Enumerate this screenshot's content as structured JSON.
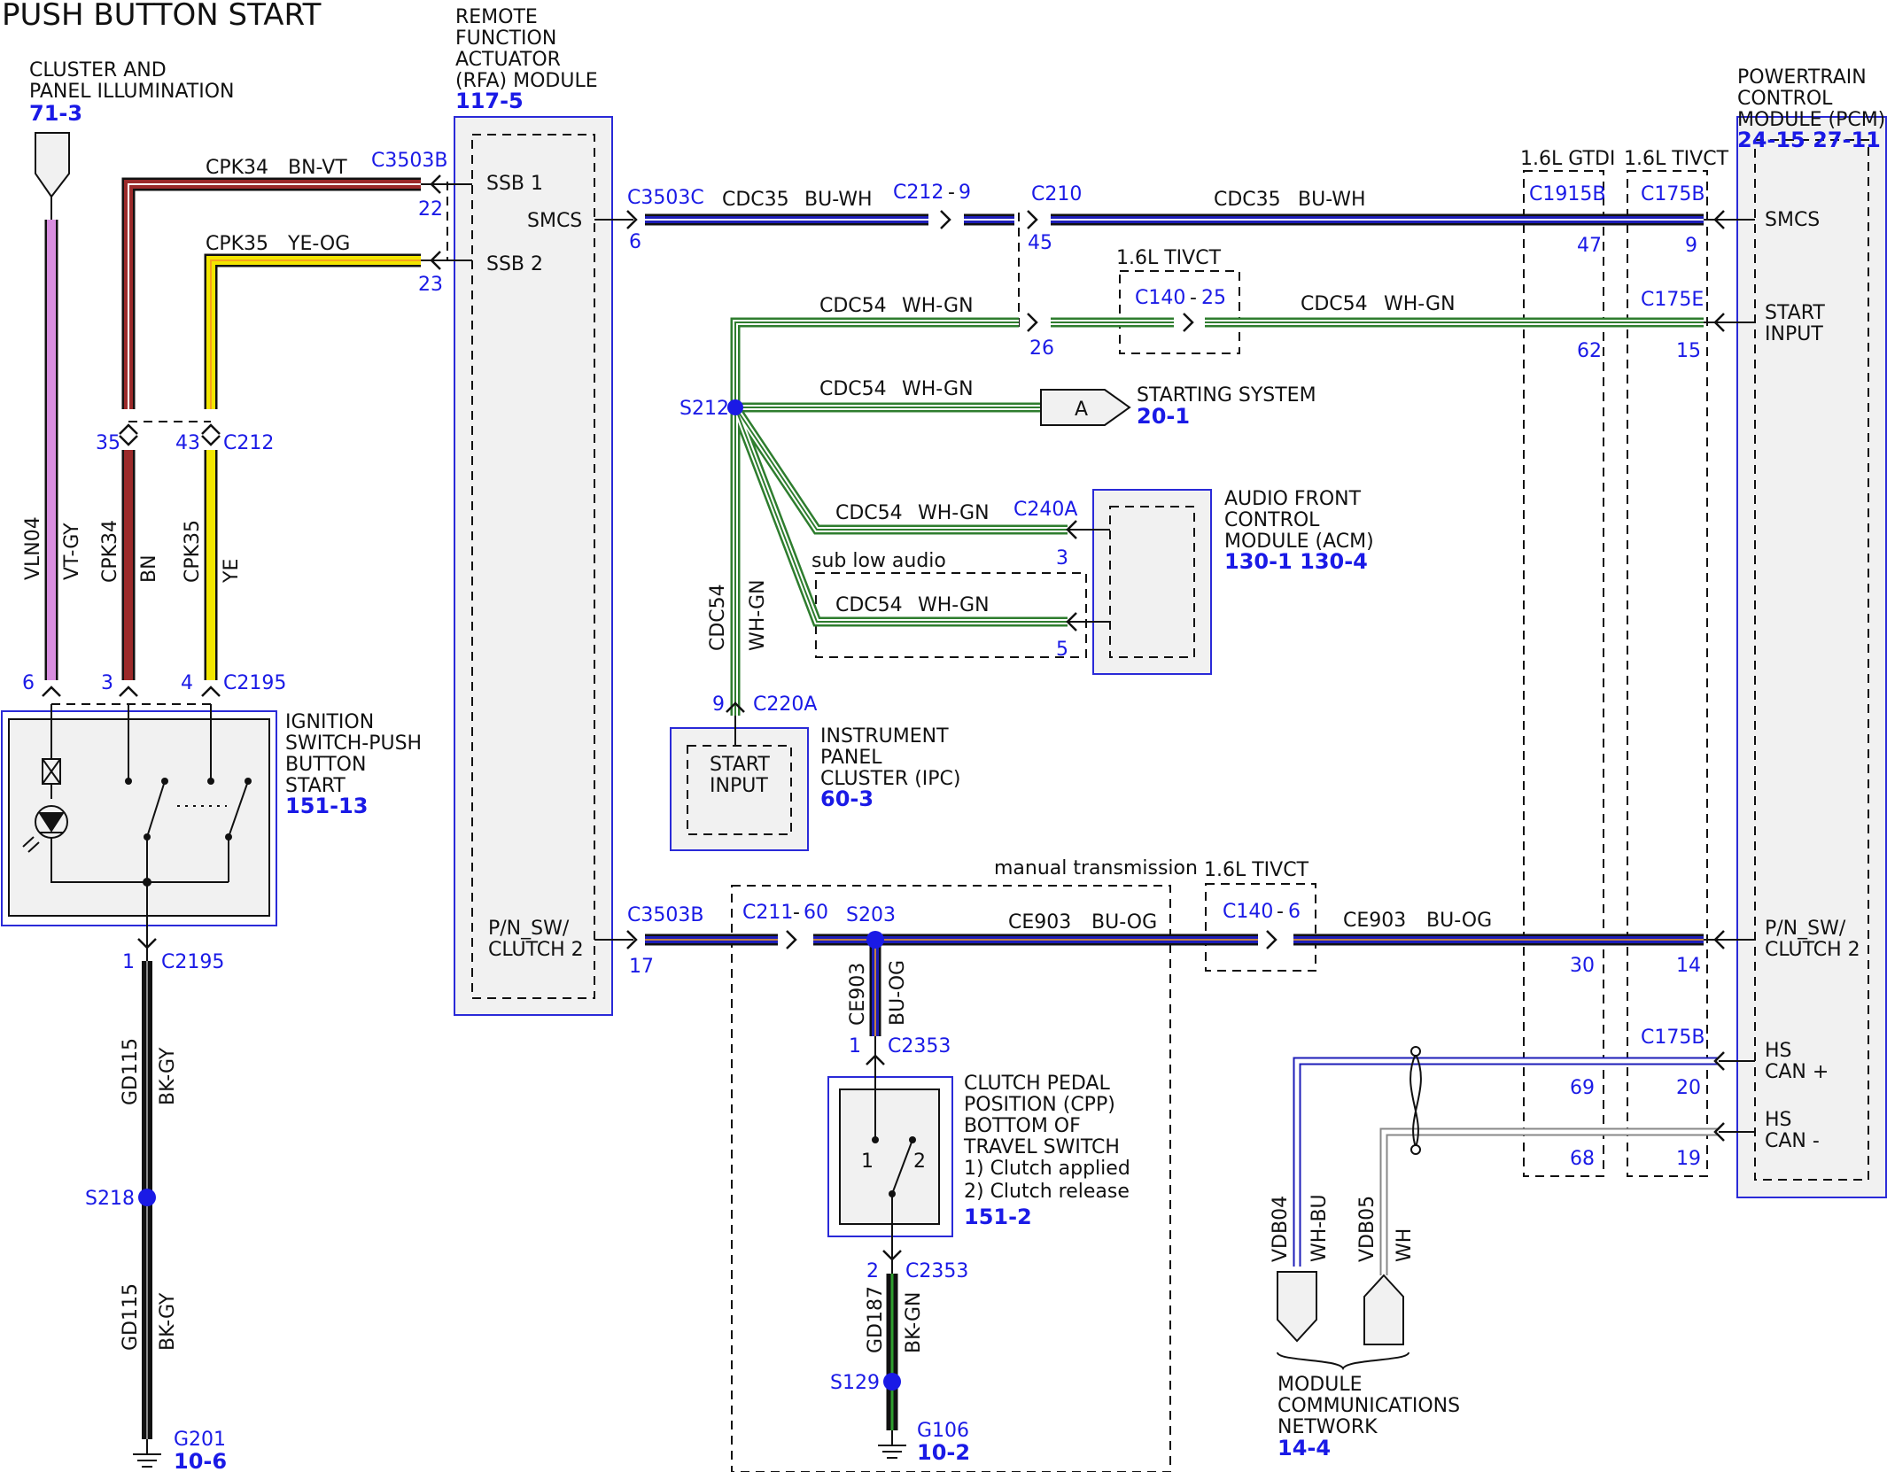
{
  "title": "PUSH BUTTON START",
  "colors": {
    "connector_text": "#1a1ae6",
    "module_border": "#2a2ad8",
    "module_fill": "#f1f1f1",
    "wire_bn_vt": "#9b2a2a",
    "wire_ye_og": "#f2e600",
    "wire_vt_gy": "#d98ee0",
    "wire_bu": "#1d1db8",
    "wire_wh_gn": "#2e7d2e",
    "wire_bk": "#111111"
  },
  "left": {
    "cluster_label_1": "CLUSTER AND",
    "cluster_label_2": "PANEL ILLUMINATION",
    "cluster_ref": "71-3",
    "vln04": "VLN04",
    "vt_gy": "VT-GY",
    "cpk34_vert": "CPK34",
    "bn": "BN",
    "cpk35_vert": "CPK35",
    "ye": "YE",
    "cpk34_horiz": "CPK34",
    "bn_vt": "BN-VT",
    "cpk35_horiz": "CPK35",
    "ye_og": "YE-OG",
    "pin35": "35",
    "pin43": "43",
    "c212": "C212",
    "pin6": "6",
    "pin3": "3",
    "pin4": "4",
    "c2195_top": "C2195",
    "ign_1": "IGNITION",
    "ign_2": "SWITCH-PUSH",
    "ign_3": "BUTTON",
    "ign_4": "START",
    "ign_ref": "151-13",
    "pin1": "1",
    "c2195_bot": "C2195",
    "gd115_a": "GD115",
    "bk_gy_a": "BK-GY",
    "s218": "S218",
    "gd115_b": "GD115",
    "bk_gy_b": "BK-GY",
    "g201": "G201",
    "g201_ref": "10-6"
  },
  "rfa": {
    "l1": "REMOTE",
    "l2": "FUNCTION",
    "l3": "ACTUATOR",
    "l4": "(RFA) MODULE",
    "ref": "117-5",
    "ssb1": "SSB 1",
    "ssb2": "SSB 2",
    "smcs": "SMCS",
    "pn_sw": "P/N_SW/",
    "clutch2": "CLUTCH 2",
    "c3503b_top": "C3503B",
    "pin22": "22",
    "pin23": "23",
    "c3503c": "C3503C",
    "pin6": "6",
    "c3503b_bot": "C3503B",
    "pin17": "17"
  },
  "middle": {
    "cdc35_a": "CDC35",
    "bu_wh_a": "BU-WH",
    "c212_9a": "C212",
    "c212_9b": "9",
    "c210": "C210",
    "pin45": "45",
    "cdc35_b": "CDC35",
    "bu_wh_b": "BU-WH",
    "cdc54_a": "CDC54",
    "whgn_a": "WH-GN",
    "pin26": "26",
    "tivct_top": "1.6L TIVCT",
    "c140_25a": "C140",
    "c140_25b": "25",
    "cdc54_b": "CDC54",
    "whgn_b": "WH-GN",
    "s212": "S212",
    "cdc54_c": "CDC54",
    "whgn_c": "WH-GN",
    "conn_a": "A",
    "starting_1": "STARTING SYSTEM",
    "starting_ref": "20-1",
    "cdc54_d": "CDC54",
    "whgn_d": "WH-GN",
    "c240a": "C240A",
    "pin3": "3",
    "sub_low": "sub low audio",
    "cdc54_e": "CDC54",
    "whgn_e": "WH-GN",
    "pin5": "5",
    "acm_1": "AUDIO FRONT",
    "acm_2": "CONTROL",
    "acm_3": "MODULE (ACM)",
    "acm_ref": "130-1 130-4",
    "cdc54_v": "CDC54",
    "whgn_v": "WH-GN",
    "pin9": "9",
    "c220a": "C220A",
    "ipc_start": "START",
    "ipc_input": "INPUT",
    "ipc_1": "INSTRUMENT",
    "ipc_2": "PANEL",
    "ipc_3": "CLUSTER (IPC)",
    "ipc_ref": "60-3"
  },
  "bottom": {
    "manual_trans": "manual transmission",
    "tivct_bot": "1.6L TIVCT",
    "c211_60a": "C211",
    "c211_60b": "60",
    "s203": "S203",
    "ce903_a": "CE903",
    "bu_og_a": "BU-OG",
    "c140_6a": "C140",
    "c140_6b": "6",
    "ce903_b": "CE903",
    "bu_og_b": "BU-OG",
    "ce903_v": "CE903",
    "bu_og_v": "BU-OG",
    "pin1": "1",
    "c2353_a": "C2353",
    "cpp_1": "CLUTCH PEDAL",
    "cpp_2": "POSITION (CPP)",
    "cpp_3": "BOTTOM OF",
    "cpp_4": "TRAVEL SWITCH",
    "cpp_5": "1) Clutch applied",
    "cpp_6": "2) Clutch release",
    "cpp_ref": "151-2",
    "sw1": "1",
    "sw2": "2",
    "pin2": "2",
    "c2353_b": "C2353",
    "gd187": "GD187",
    "bk_gn": "BK-GN",
    "s129": "S129",
    "g106": "G106",
    "g106_ref": "10-2"
  },
  "pcm": {
    "l1": "POWERTRAIN",
    "l2": "CONTROL",
    "l3": "MODULE (PCM)",
    "ref": "24-15 27-11",
    "gtdi": "1.6L GTDI",
    "tivct": "1.6L TIVCT",
    "c1915b": "C1915B",
    "c175b_top": "C175B",
    "pin47": "47",
    "pin9": "9",
    "smcs": "SMCS",
    "c175e": "C175E",
    "pin62": "62",
    "pin15": "15",
    "start": "START",
    "input": "INPUT",
    "pin30": "30",
    "pin14": "14",
    "pn_sw": "P/N_SW/",
    "clutch2": "CLUTCH 2",
    "c175b_bot": "C175B",
    "pin69": "69",
    "pin20": "20",
    "pin68": "68",
    "pin19": "19",
    "hs1": "HS",
    "canp": "CAN +",
    "hs2": "HS",
    "canm": "CAN -"
  },
  "network": {
    "vdb04": "VDB04",
    "wh_bu": "WH-BU",
    "vdb05": "VDB05",
    "wh": "WH",
    "mcn_1": "MODULE",
    "mcn_2": "COMMUNICATIONS",
    "mcn_3": "NETWORK",
    "mcn_ref": "14-4"
  }
}
